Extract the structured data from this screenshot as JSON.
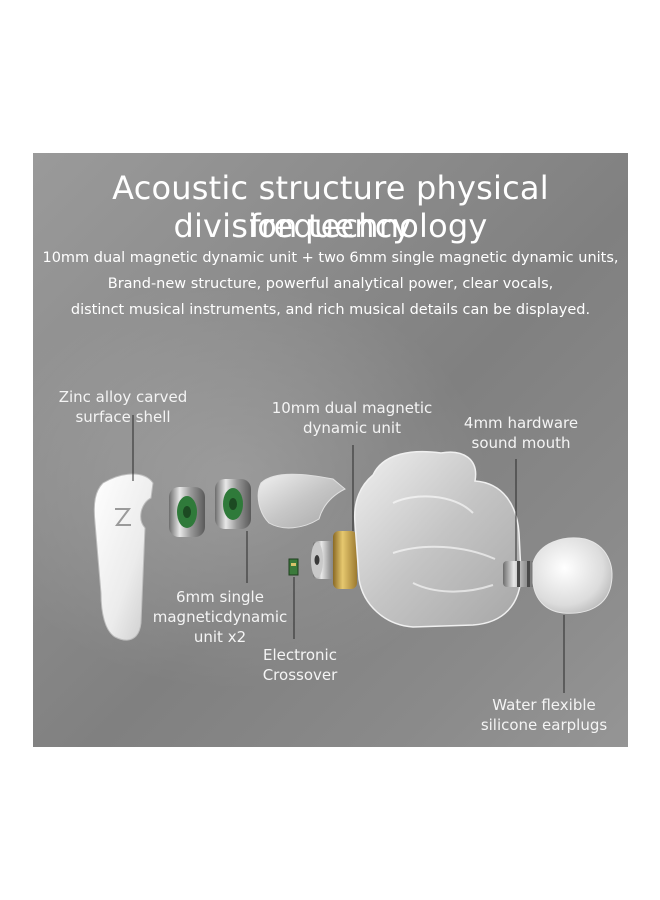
{
  "header": {
    "title_line1": "Acoustic structure physical frequency",
    "title_line2": "division technology",
    "desc_line1": "10mm dual magnetic dynamic unit + two 6mm single magnetic dynamic units,",
    "desc_line2": "Brand-new structure, powerful analytical power, clear vocals,",
    "desc_line3": "distinct musical instruments, and rich musical details can be displayed."
  },
  "callouts": {
    "shell_l1": "Zinc alloy carved",
    "shell_l2": "surface shell",
    "dynamic10_l1": "10mm dual magnetic",
    "dynamic10_l2": "dynamic unit",
    "mouth_l1": "4mm hardware",
    "mouth_l2": "sound mouth",
    "unit6_l1": "6mm single",
    "unit6_l2": "magneticdynamic",
    "unit6_l3": "unit x2",
    "crossover_l1": "Electronic",
    "crossover_l2": "Crossover",
    "earplug_l1": "Water flexible",
    "earplug_l2": "silicone earplugs"
  },
  "colors": {
    "background": "#8c8c8c",
    "text": "#ffffff",
    "driver_green": "#2f7a3a",
    "gold_ring": "#c9a545"
  }
}
